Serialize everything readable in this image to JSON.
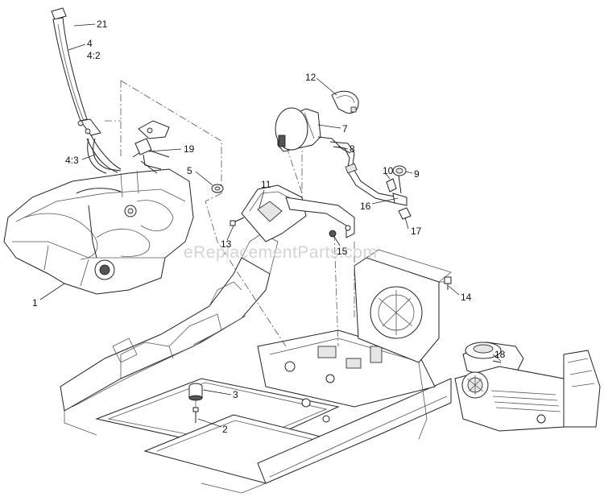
{
  "watermark": "eReplacementParts.com",
  "callouts": [
    {
      "id": "c21",
      "text": "21"
    },
    {
      "id": "c4",
      "text": "4"
    },
    {
      "id": "c42",
      "text": "4:2"
    },
    {
      "id": "c43",
      "text": "4:3"
    },
    {
      "id": "c19",
      "text": "19"
    },
    {
      "id": "c5",
      "text": "5"
    },
    {
      "id": "c1",
      "text": "1"
    },
    {
      "id": "c12",
      "text": "12"
    },
    {
      "id": "c7",
      "text": "7"
    },
    {
      "id": "c8",
      "text": "8"
    },
    {
      "id": "c10",
      "text": "10"
    },
    {
      "id": "c9",
      "text": "9"
    },
    {
      "id": "c11",
      "text": "11"
    },
    {
      "id": "c16",
      "text": "16"
    },
    {
      "id": "c17",
      "text": "17"
    },
    {
      "id": "c13",
      "text": "13"
    },
    {
      "id": "c15",
      "text": "15"
    },
    {
      "id": "c14",
      "text": "14"
    },
    {
      "id": "c18",
      "text": "18"
    },
    {
      "id": "c3",
      "text": "3"
    },
    {
      "id": "c2",
      "text": "2"
    }
  ]
}
